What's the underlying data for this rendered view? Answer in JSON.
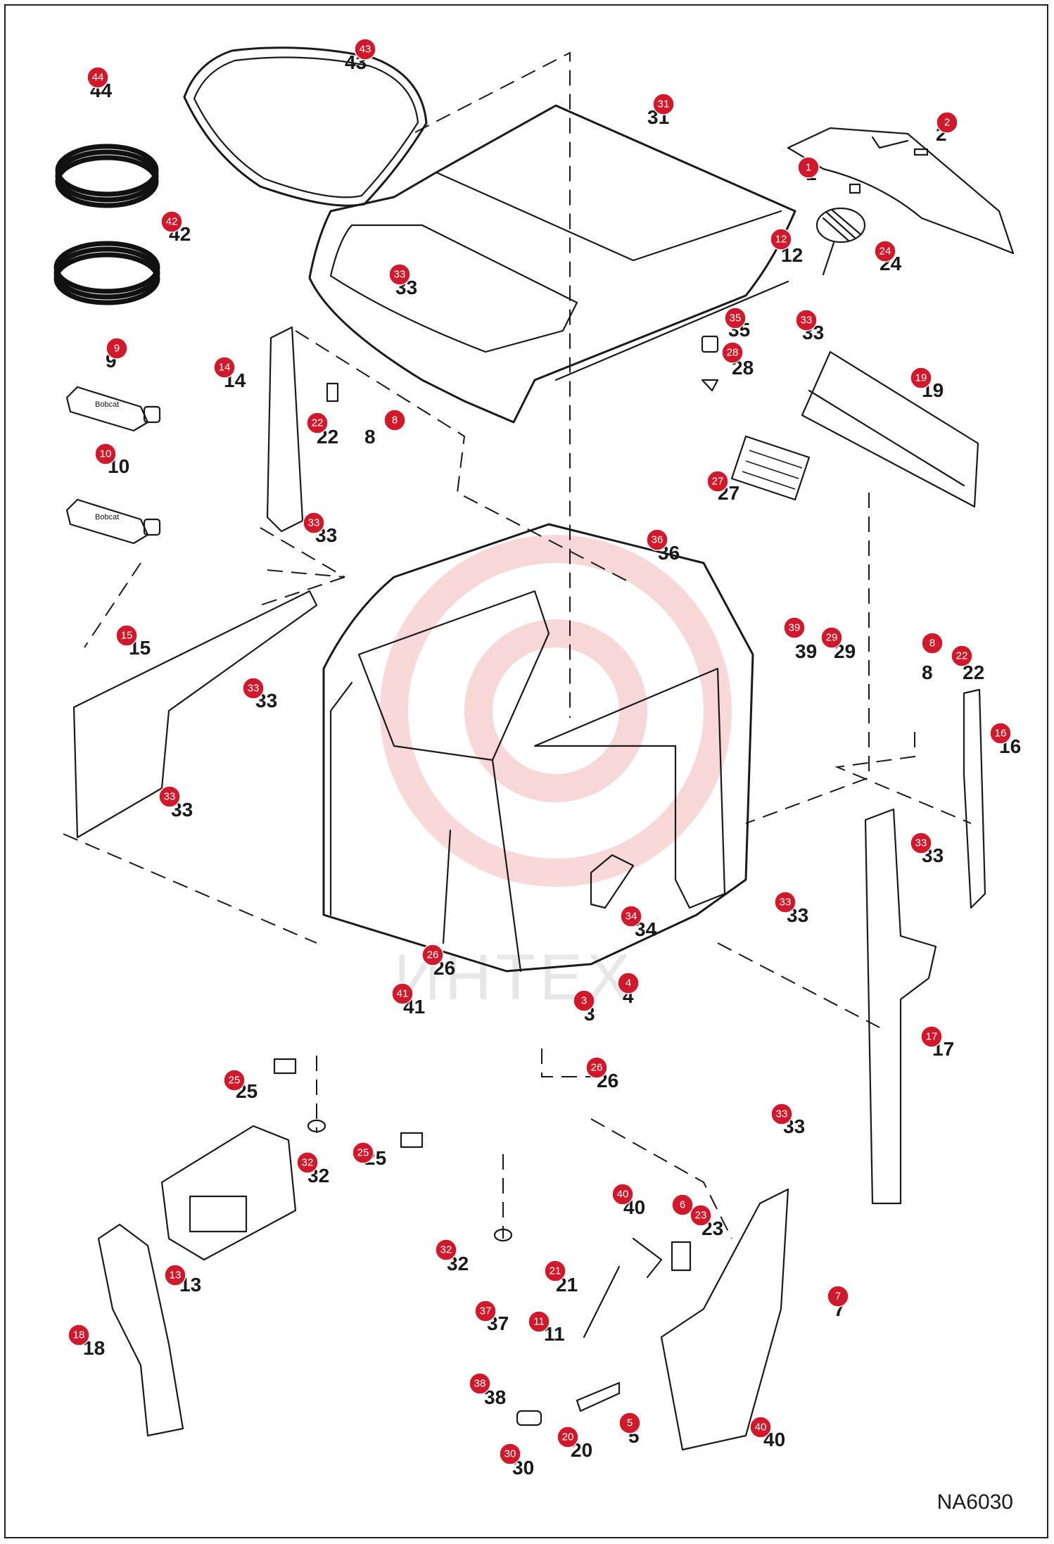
{
  "figure_code": "NA6030",
  "watermark": {
    "text": "ИНТЕХ",
    "color": "#f2b8b8"
  },
  "callout_color": "#d0192b",
  "parts": [
    {
      "n": "1"
    },
    {
      "n": "2"
    },
    {
      "n": "3"
    },
    {
      "n": "4"
    },
    {
      "n": "5"
    },
    {
      "n": "6"
    },
    {
      "n": "7"
    },
    {
      "n": "8"
    },
    {
      "n": "9"
    },
    {
      "n": "10"
    },
    {
      "n": "11"
    },
    {
      "n": "12"
    },
    {
      "n": "13"
    },
    {
      "n": "14"
    },
    {
      "n": "15"
    },
    {
      "n": "16"
    },
    {
      "n": "17"
    },
    {
      "n": "18"
    },
    {
      "n": "19"
    },
    {
      "n": "20"
    },
    {
      "n": "21"
    },
    {
      "n": "22"
    },
    {
      "n": "23"
    },
    {
      "n": "24"
    },
    {
      "n": "25"
    },
    {
      "n": "26"
    },
    {
      "n": "27"
    },
    {
      "n": "28"
    },
    {
      "n": "29"
    },
    {
      "n": "30"
    },
    {
      "n": "31"
    },
    {
      "n": "32"
    },
    {
      "n": "33"
    },
    {
      "n": "34"
    },
    {
      "n": "35"
    },
    {
      "n": "36"
    },
    {
      "n": "37"
    },
    {
      "n": "38"
    },
    {
      "n": "39"
    },
    {
      "n": "40"
    },
    {
      "n": "41"
    },
    {
      "n": "42"
    },
    {
      "n": "43"
    },
    {
      "n": "44"
    }
  ],
  "tube_brand": "Bobcat"
}
